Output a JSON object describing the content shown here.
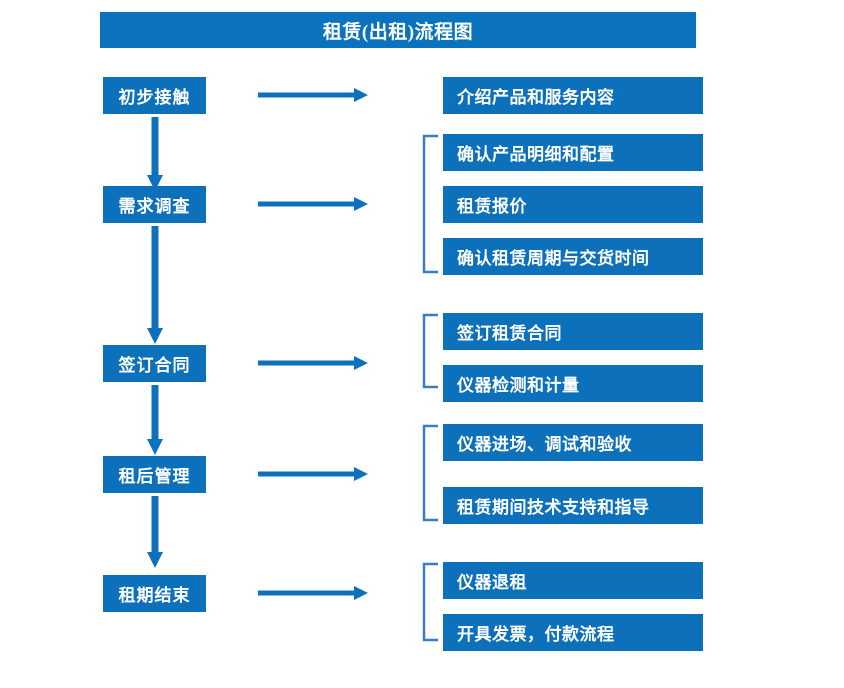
{
  "title": "租赁(出租)流程图",
  "colors": {
    "box_blue": "#0d70ba",
    "title_blue": "#0b73bd",
    "arrow_blue": "#0d72bb",
    "bracket_blue": "#3a7ebf",
    "text_white": "#ffffff",
    "background": "#ffffff"
  },
  "stages": [
    {
      "label": "初步接触"
    },
    {
      "label": "需求调查"
    },
    {
      "label": "签订合同"
    },
    {
      "label": "租后管理"
    },
    {
      "label": "租期结束"
    }
  ],
  "details": [
    {
      "label": "介绍产品和服务内容"
    },
    {
      "label": "确认产品明细和配置"
    },
    {
      "label": "租赁报价"
    },
    {
      "label": "确认租赁周期与交货时间"
    },
    {
      "label": "签订租赁合同"
    },
    {
      "label": "仪器检测和计量"
    },
    {
      "label": "仪器进场、调试和验收"
    },
    {
      "label": "租赁期间技术支持和指导"
    },
    {
      "label": "仪器退租"
    },
    {
      "label": "开具发票，付款流程"
    }
  ],
  "groups": [
    {
      "stage": "需求调查",
      "details": [
        "确认产品明细和配置",
        "租赁报价",
        "确认租赁周期与交货时间"
      ]
    },
    {
      "stage": "签订合同",
      "details": [
        "签订租赁合同",
        "仪器检测和计量"
      ]
    },
    {
      "stage": "租后管理",
      "details": [
        "仪器进场、调试和验收",
        "租赁期间技术支持和指导"
      ]
    },
    {
      "stage": "租期结束",
      "details": [
        "仪器退租",
        "开具发票，付款流程"
      ]
    }
  ],
  "flow_order": [
    "初步接触",
    "需求调查",
    "签订合同",
    "租后管理",
    "租期结束"
  ]
}
